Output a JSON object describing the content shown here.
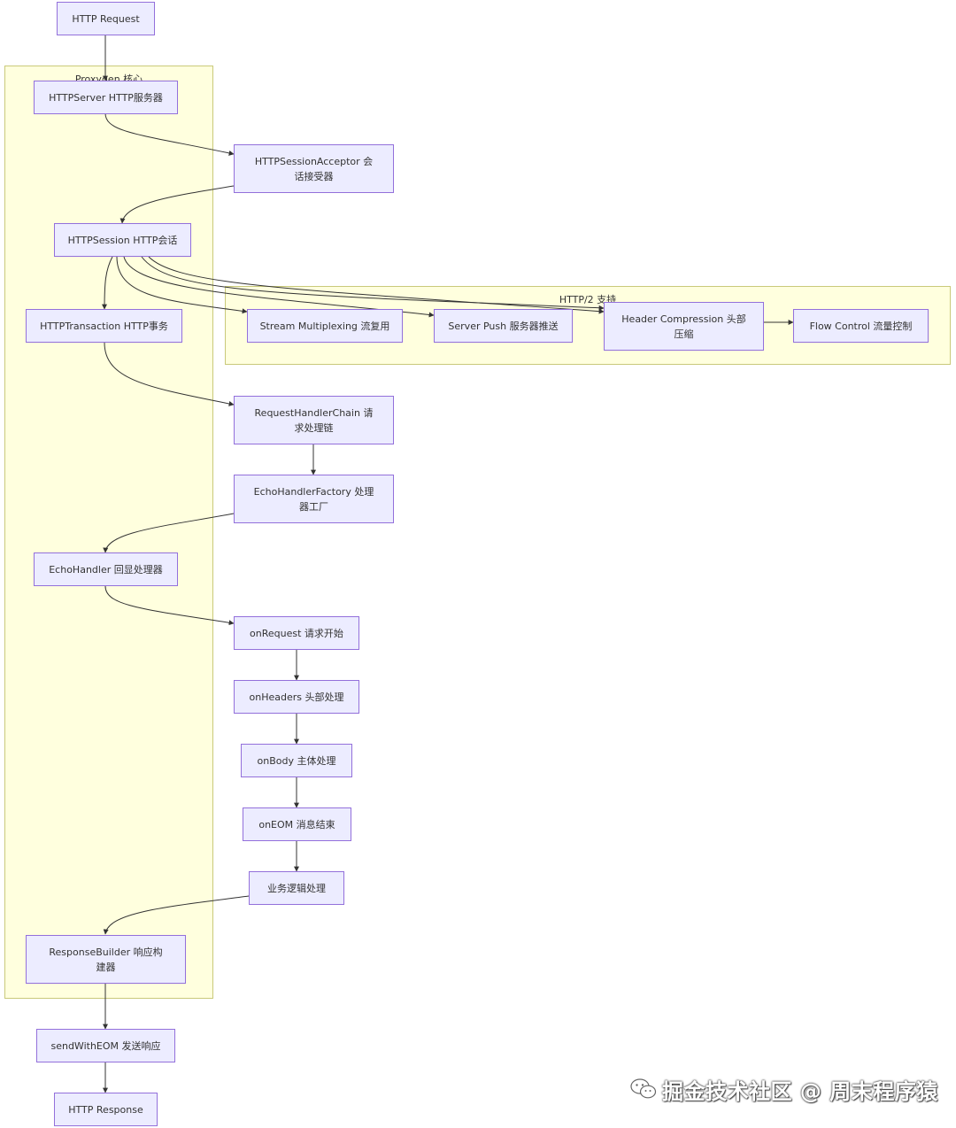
{
  "clusters": {
    "core": "Proxygen 核心",
    "http2": "HTTP/2 支持"
  },
  "nodes": {
    "request": "HTTP Request",
    "server": "HTTPServer HTTP服务器",
    "acceptor": "HTTPSessionAcceptor 会话接受器",
    "session": "HTTPSession HTTP会话",
    "transaction": "HTTPTransaction HTTP事务",
    "stream_mux": "Stream Multiplexing 流复用",
    "server_push": "Server Push 服务器推送",
    "header_comp": "Header Compression 头部压缩",
    "flow_control": "Flow Control 流量控制",
    "handler_chain": "RequestHandlerChain 请求处理链",
    "echo_factory": "EchoHandlerFactory 处理器工厂",
    "echo_handler": "EchoHandler 回显处理器",
    "on_request": "onRequest 请求开始",
    "on_headers": "onHeaders 头部处理",
    "on_body": "onBody 主体处理",
    "on_eom": "onEOM 消息结束",
    "business": "业务逻辑处理",
    "response_builder": "ResponseBuilder 响应构建器",
    "send_eom": "sendWithEOM 发送响应",
    "response": "HTTP Response"
  },
  "watermark": {
    "icon": "wechat-icon",
    "text": "掘金技术社区 @ 周末程序猿"
  }
}
